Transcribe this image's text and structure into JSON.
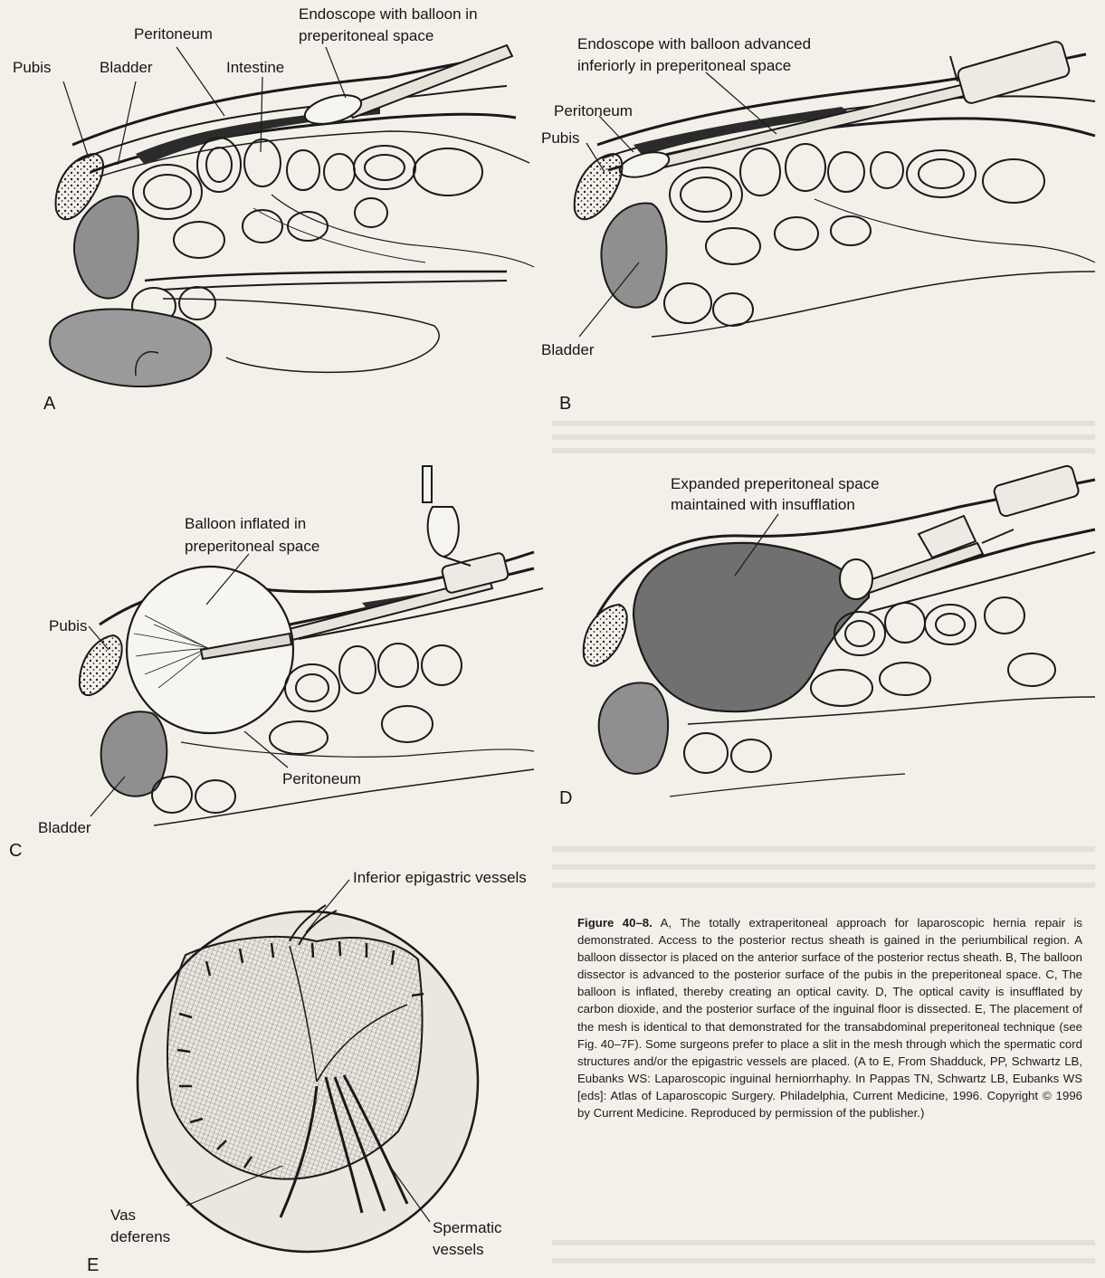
{
  "panels": {
    "A": {
      "letter": "A",
      "labels": {
        "endoscope": [
          "Endoscope with balloon in",
          "preperitoneal space"
        ],
        "peritoneum": "Peritoneum",
        "pubis": "Pubis",
        "bladder": "Bladder",
        "intestine": "Intestine"
      }
    },
    "B": {
      "letter": "B",
      "labels": {
        "endoscope": [
          "Endoscope with balloon advanced",
          "inferiorly in preperitoneal space"
        ],
        "peritoneum": "Peritoneum",
        "pubis": "Pubis",
        "bladder": "Bladder"
      }
    },
    "C": {
      "letter": "C",
      "labels": {
        "balloon": [
          "Balloon inflated in",
          "preperitoneal space"
        ],
        "pubis": "Pubis",
        "peritoneum": "Peritoneum",
        "bladder": "Bladder"
      }
    },
    "D": {
      "letter": "D",
      "labels": {
        "expanded": [
          "Expanded preperitoneal space",
          "maintained with insufflation"
        ]
      }
    },
    "E": {
      "letter": "E",
      "labels": {
        "epigastric": "Inferior epigastric vessels",
        "vas": [
          "Vas",
          "deferens"
        ],
        "spermatic": [
          "Spermatic",
          "vessels"
        ]
      }
    }
  },
  "caption": {
    "figure_label": "Figure 40–8.",
    "text": " A, The totally extraperitoneal approach for laparoscopic hernia repair is demonstrated. Access to the posterior rectus sheath is gained in the periumbilical region. A balloon dissector is placed on the anterior surface of the posterior rectus sheath. B, The balloon dissector is advanced to the posterior surface of the pubis in the preperitoneal space. C, The balloon is inflated, thereby creating an optical cavity. D, The optical cavity is insufflated by carbon dioxide, and the posterior surface of the inguinal floor is dissected. E, The placement of the mesh is identical to that demonstrated for the transabdominal preperitoneal technique (see Fig. 40–7F). Some surgeons prefer to place a slit in the mesh through which the spermatic cord structures and/or the epigastric vessels are placed. (A to E, From Shadduck, PP, Schwartz LB, Eubanks WS: Laparoscopic inguinal herniorrhaphy. In Pappas TN, Schwartz LB, Eubanks WS [eds]: Atlas of Laparoscopic Surgery. Philadelphia, Current Medicine, 1996. Copyright © 1996 by Current Medicine. Reproduced by permission of the publisher.)"
  }
}
